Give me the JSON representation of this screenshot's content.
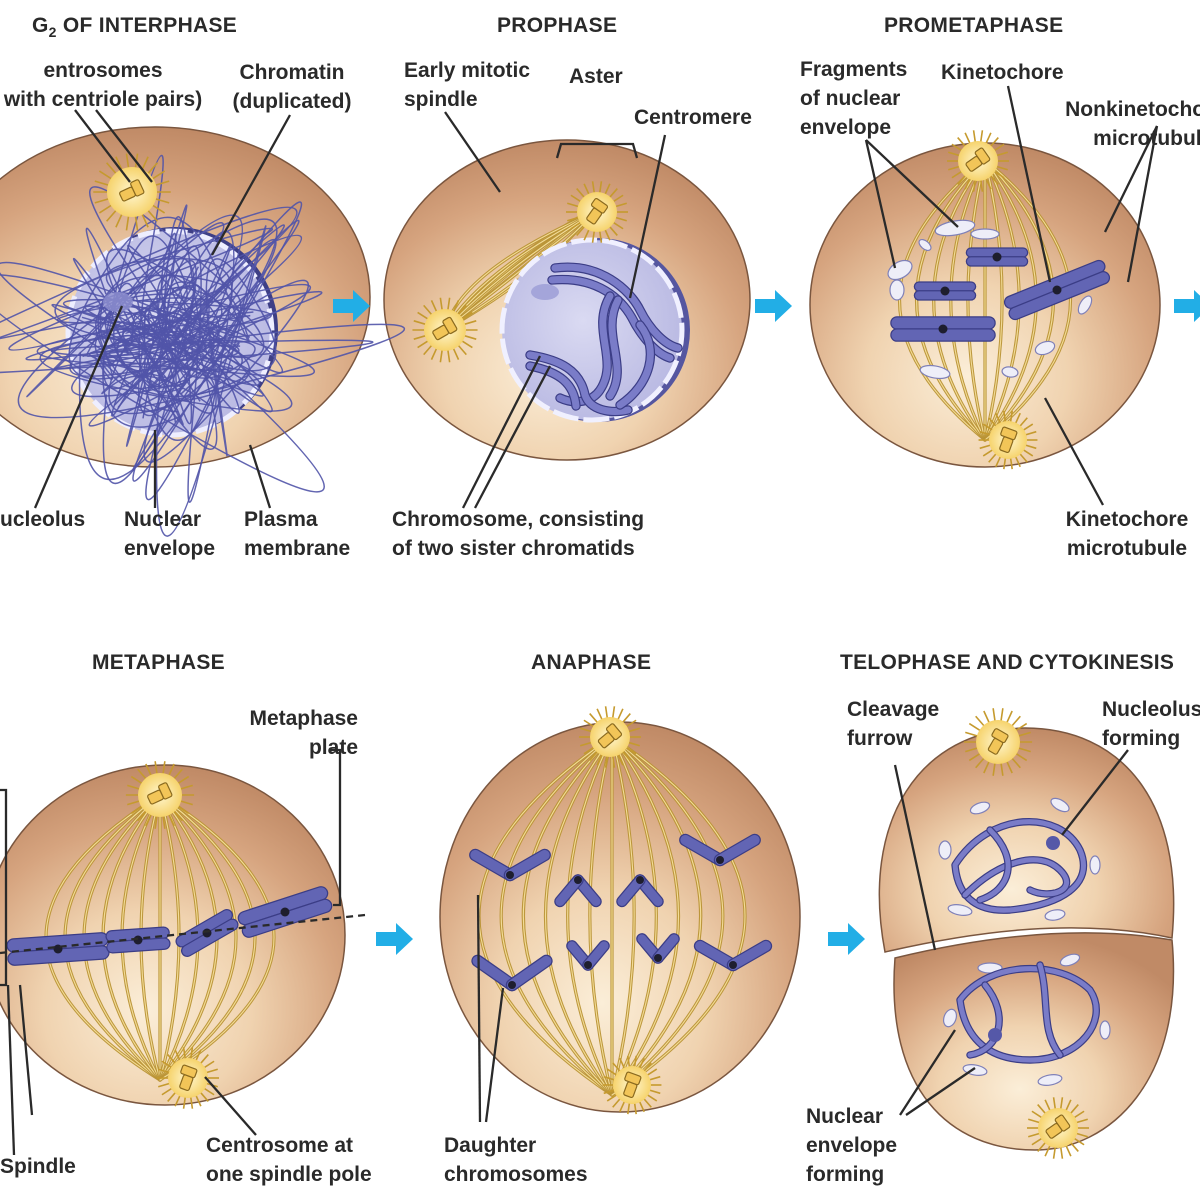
{
  "titles": {
    "g2_prefix": "G",
    "g2_sub": "2",
    "g2_rest": " OF INTERPHASE",
    "prophase": "PROPHASE",
    "prometaphase": "PROMETAPHASE",
    "metaphase": "METAPHASE",
    "anaphase": "ANAPHASE",
    "telophase": "TELOPHASE AND CYTOKINESIS"
  },
  "labels": {
    "centrosomes": "entrosomes\nwith centriole pairs)",
    "chromatin": "Chromatin\n(duplicated)",
    "nucleolus": "ucleolus",
    "nuclear_envelope": "Nuclear\nenvelope",
    "plasma_membrane": "Plasma\nmembrane",
    "early_spindle": "Early mitotic\nspindle",
    "aster": "Aster",
    "centromere": "Centromere",
    "chromosome": "Chromosome, consisting\nof two sister chromatids",
    "fragments": "Fragments\nof nuclear\nenvelope",
    "kinetochore": "Kinetochore",
    "nonkinetochore": "Nonkinetochore\nmicrotubules",
    "kinetochore_mt": "Kinetochore\nmicrotubule",
    "metaphase_plate": "Metaphase\nplate",
    "spindle": "Spindle",
    "centrosome_pole": "Centrosome at\none spindle pole",
    "daughter": "Daughter\nchromosomes",
    "cleavage": "Cleavage\nfurrow",
    "nucleolus_forming": "Nucleolus\nforming",
    "envelope_forming": "Nuclear\nenvelope\nforming"
  },
  "colors": {
    "cell_outer": "#c89472",
    "cell_inner": "#f8e6cc",
    "nucleus": "#c9c9ea",
    "chromosome": "#6265b4",
    "chromosome_edge": "#3b3d86",
    "spindle": "#b99336",
    "centrosome": "#f4d067",
    "arrow": "#22aee6",
    "text": "#2a2a2a"
  }
}
